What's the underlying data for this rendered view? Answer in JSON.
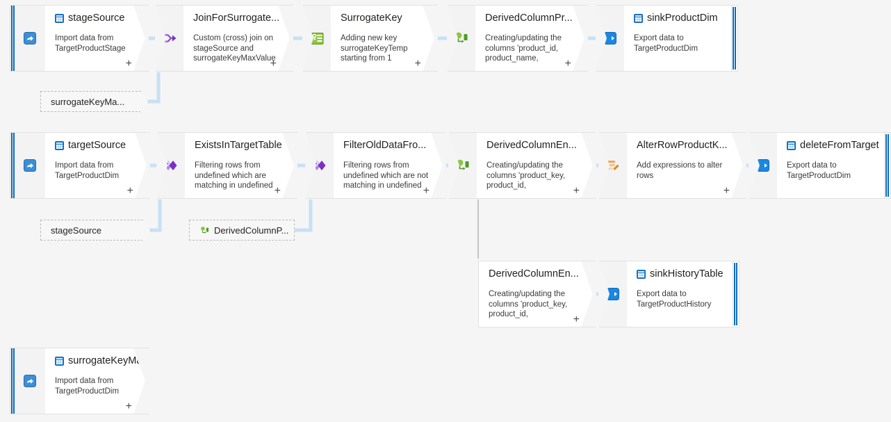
{
  "canvas": {
    "background": "#f5f5f5",
    "accent_color": "#0d6bbd"
  },
  "nodes": [
    {
      "id": "stageSource",
      "name": "stageSource",
      "description": "Import data from TargetProductStage",
      "type": "source",
      "icon": "dataset-table-icon",
      "gutter_icon": "source-import-icon",
      "selected": true
    },
    {
      "id": "JoinForSurrogate",
      "name": "JoinForSurrogate...",
      "description": "Custom (cross) join on stageSource and surrogateKeyMaxValue",
      "type": "join",
      "gutter_icon": "join-icon",
      "selected": false
    },
    {
      "id": "SurrogateKey",
      "name": "SurrogateKey",
      "description": "Adding new key surrogateKeyTemp starting from 1",
      "type": "surrogateKey",
      "gutter_icon": "surrogate-key-icon",
      "selected": false
    },
    {
      "id": "DerivedColumnPr",
      "name": "DerivedColumnPr...",
      "description": "Creating/updating the columns 'product_id, product_name,",
      "type": "derivedColumn",
      "gutter_icon": "derived-column-icon",
      "selected": false
    },
    {
      "id": "sinkProductDim",
      "name": "sinkProductDim",
      "description": "Export data to TargetProductDim",
      "type": "sink",
      "icon": "dataset-table-icon",
      "gutter_icon": "sink-export-icon",
      "selected": true
    },
    {
      "id": "targetSource",
      "name": "targetSource",
      "description": "Import data from TargetProductDim",
      "type": "source",
      "icon": "dataset-table-icon",
      "gutter_icon": "source-import-icon",
      "selected": true
    },
    {
      "id": "ExistsInTargetTable",
      "name": "ExistsInTargetTable",
      "description": "Filtering rows from undefined which are matching in undefined",
      "type": "exists",
      "gutter_icon": "exists-icon",
      "selected": false
    },
    {
      "id": "FilterOldDataFro",
      "name": "FilterOldDataFro...",
      "description": "Filtering rows from undefined which are not matching in undefined",
      "type": "exists",
      "gutter_icon": "exists-icon",
      "selected": false
    },
    {
      "id": "DerivedColumnEn1",
      "name": "DerivedColumnEn...",
      "description": "Creating/updating the columns 'product_key, product_id,",
      "type": "derivedColumn",
      "gutter_icon": "derived-column-icon",
      "selected": false
    },
    {
      "id": "AlterRowProductK",
      "name": "AlterRowProductK...",
      "description": "Add expressions to alter rows",
      "type": "alterRow",
      "gutter_icon": "alter-row-icon",
      "selected": false
    },
    {
      "id": "deleteFromTarget",
      "name": "deleteFromTarget",
      "description": "Export data to TargetProductDim",
      "type": "sink",
      "icon": "dataset-table-icon",
      "gutter_icon": "sink-export-icon",
      "selected": true
    },
    {
      "id": "DerivedColumnEn2",
      "name": "DerivedColumnEn...",
      "description": "Creating/updating the columns 'product_key, product_id,",
      "type": "derivedColumn",
      "gutter_icon": "derived-column-icon",
      "selected": false
    },
    {
      "id": "sinkHistoryTable",
      "name": "sinkHistoryTable",
      "description": "Export data to TargetProductHistory",
      "type": "sink",
      "icon": "dataset-table-icon",
      "gutter_icon": "sink-export-icon",
      "selected": true
    },
    {
      "id": "surrogateKeyMax",
      "name": "surrogateKeyMax...",
      "description": "Import data from TargetProductDim",
      "type": "source",
      "icon": "dataset-table-icon",
      "gutter_icon": "source-import-icon",
      "selected": true
    }
  ],
  "reference_pills": [
    {
      "id": "ref-surrogateKeyMax",
      "label": "surrogateKeyMa...",
      "icon": null
    },
    {
      "id": "ref-stageSource",
      "label": "stageSource",
      "icon": null
    },
    {
      "id": "ref-derivedColumnP",
      "label": "DerivedColumnP...",
      "icon": "derived-column-icon"
    }
  ],
  "plus_labels": {
    "add": "+"
  }
}
